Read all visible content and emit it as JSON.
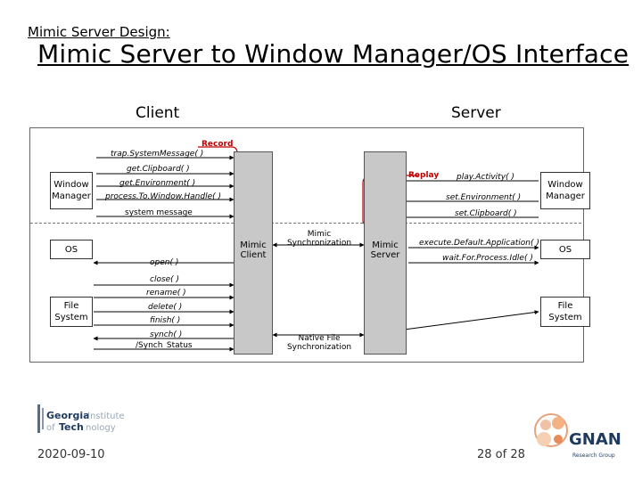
{
  "slide": {
    "super_title": "Mimic Server Design:",
    "title": "Mimic Server to Window Manager/OS Interface",
    "date": "2020-09-10",
    "page": "28 of 28"
  },
  "headers": {
    "client": "Client",
    "server": "Server"
  },
  "left": {
    "wm_line1": "Window",
    "wm_line2": "Manager",
    "os": "OS",
    "fs_line1": "File",
    "fs_line2": "System"
  },
  "right": {
    "wm_line1": "Window",
    "wm_line2": "Manager",
    "os": "OS",
    "fs_line1": "File",
    "fs_line2": "System"
  },
  "bars": {
    "client_line1": "Mimic",
    "client_line2": "Client",
    "server_line1": "Mimic",
    "server_line2": "Server"
  },
  "record_label": "Record",
  "replay_label": "Replay",
  "mimic_sync_line1": "Mimic",
  "mimic_sync_line2": "Synchronization",
  "native_sync_line1": "Native File",
  "native_sync_line2": "Synchronization",
  "client_messages": [
    "trap.SystemMessage( )",
    "get.Clipboard( )",
    "get.Environment( )",
    "process.To.Window.Handle( )",
    "system message"
  ],
  "server_messages": [
    "play.Activity( )",
    "set.Environment( )",
    "set.Clipboard( )"
  ],
  "os_messages_client": [
    "open( )"
  ],
  "os_messages_server": [
    "execute.Default.Application( )",
    "wait.For.Process.Idle( )"
  ],
  "fs_messages": [
    "close( )",
    "rename( )",
    "delete( )",
    "finish( )",
    "synch( )",
    "/Synch_Status"
  ],
  "logos": {
    "gt_line1": "Georgia Institute",
    "gt_line2": "of Technology",
    "gnan": "GNAN",
    "gnan_sub": "Research Group"
  },
  "colors": {
    "record": "#c00000",
    "replay_arrow": "#c00000",
    "bar": "#c8c8c8"
  }
}
